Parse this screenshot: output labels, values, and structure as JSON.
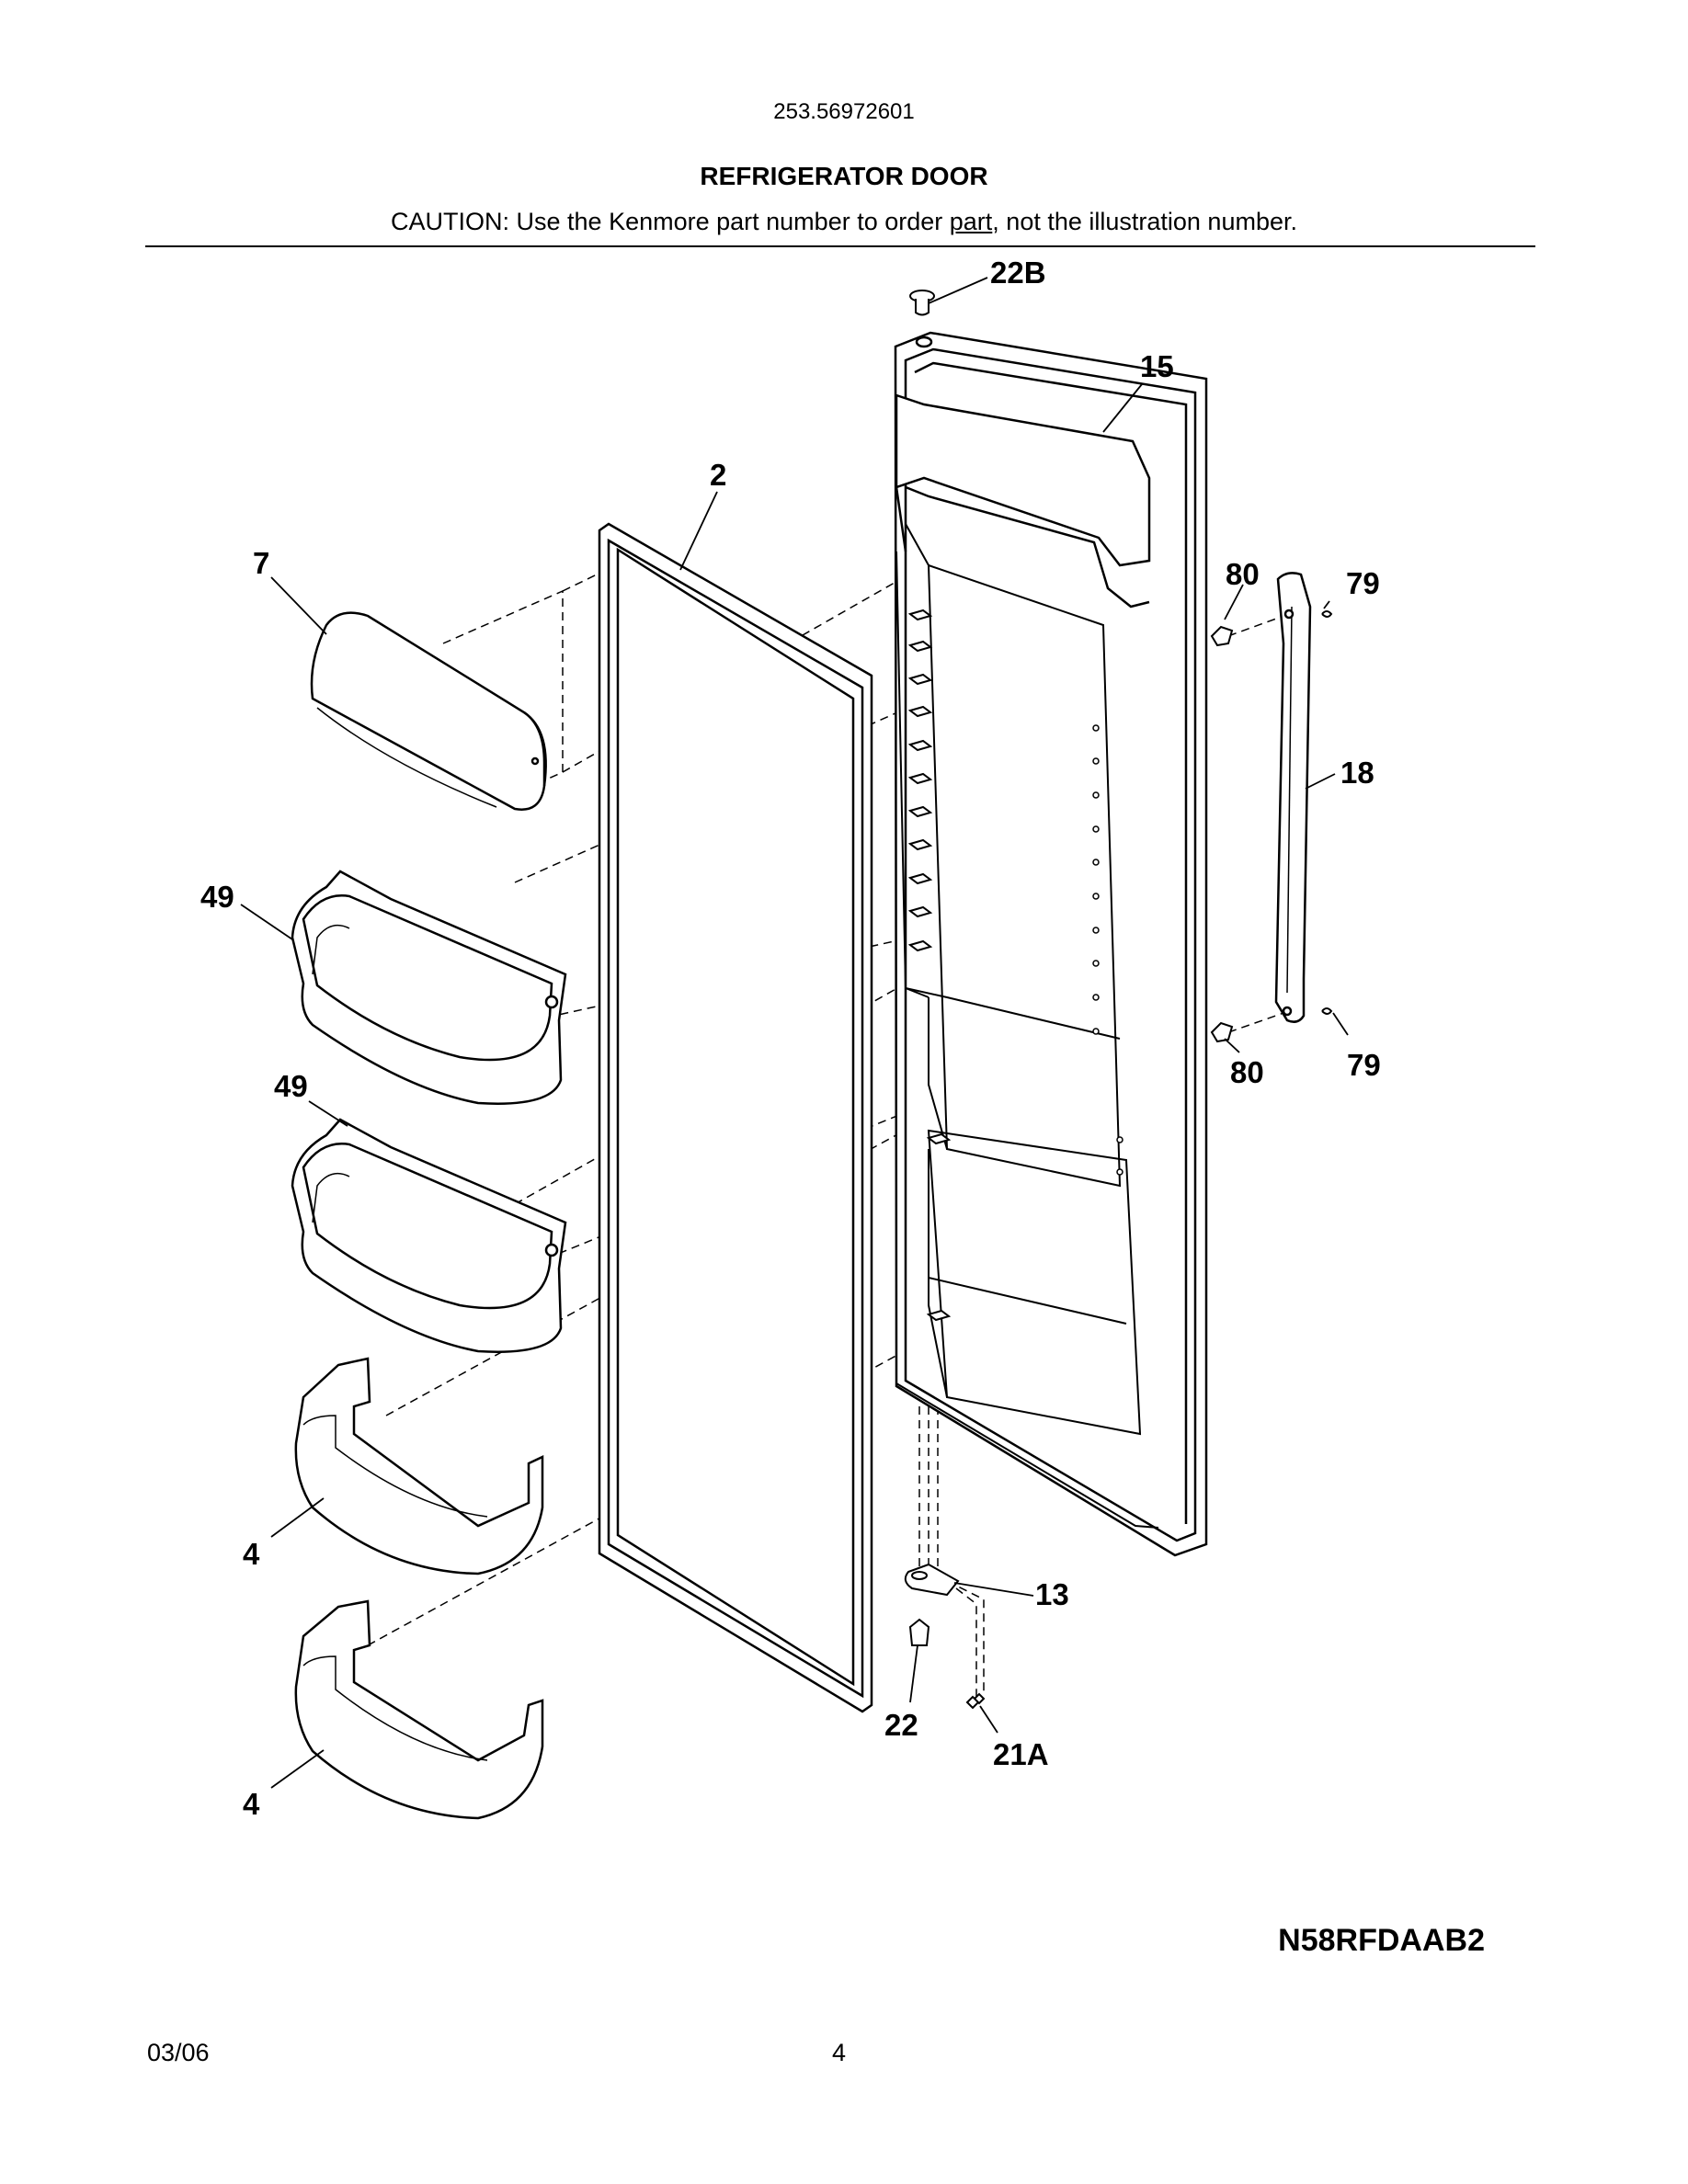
{
  "header": {
    "model_number": "253.56972601",
    "title": "REFRIGERATOR DOOR",
    "caution_prefix": "CAUTION: Use the Kenmore part number to order ",
    "caution_link": "part",
    "caution_suffix": ", not the illustration number."
  },
  "callouts": {
    "door_cap": "22B",
    "door_panel": "15",
    "gasket": "2",
    "dairy_door": "7",
    "handle_screw_top": "80",
    "handle_plug_top": "79",
    "handle": "18",
    "bin_upper": "49",
    "bin_middle": "49",
    "handle_screw_bottom": "80",
    "handle_plug_bottom": "79",
    "shelf_lower_a": "4",
    "shelf_lower_b": "4",
    "hinge": "13",
    "bushing": "22",
    "screw": "21A"
  },
  "footer": {
    "diagram_code": "N58RFDAAB2",
    "date": "03/06",
    "page_number": "4"
  }
}
